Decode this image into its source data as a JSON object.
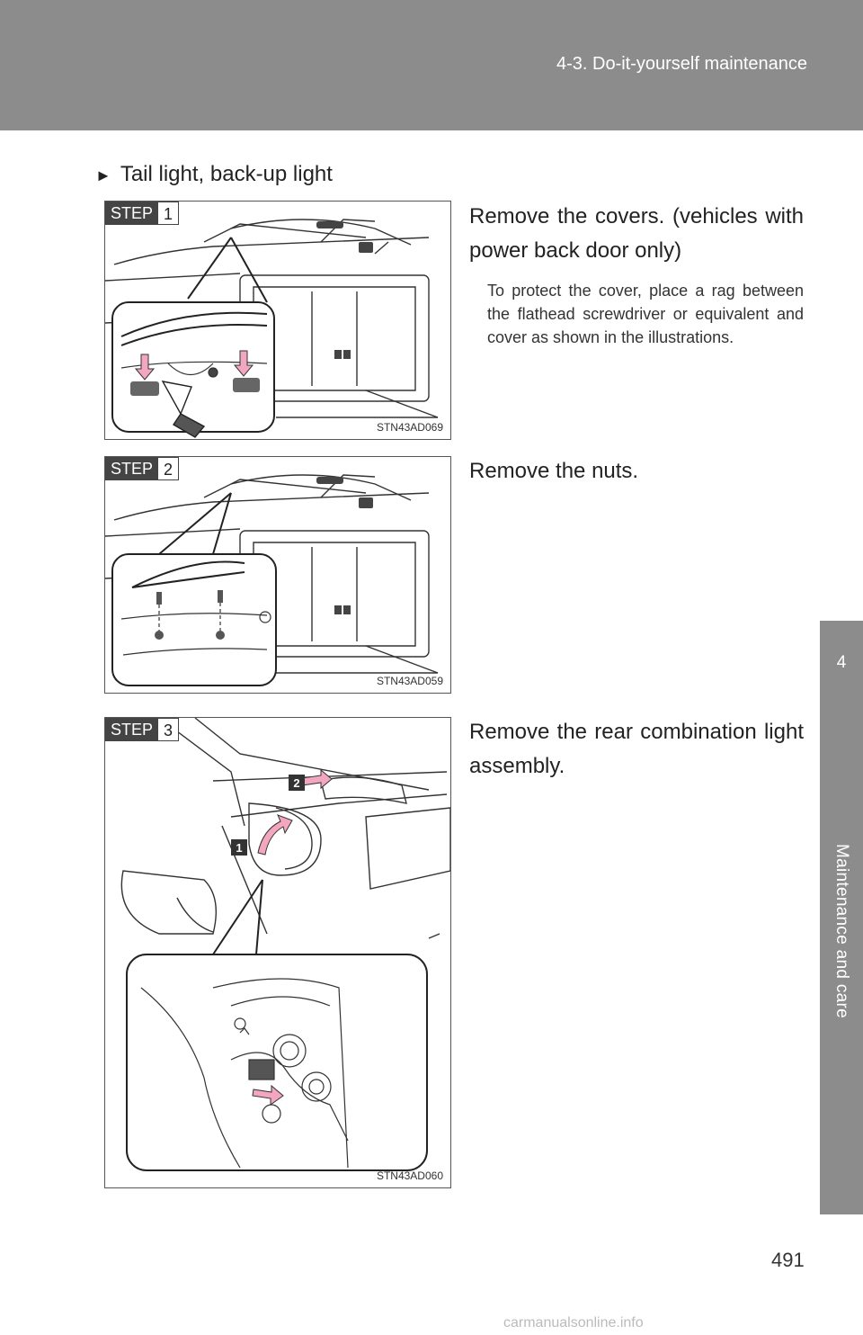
{
  "header": {
    "section": "4-3. Do-it-yourself maintenance"
  },
  "side_tab": {
    "number": "4",
    "title": "Maintenance and care"
  },
  "subheading": "Tail light, back-up light",
  "steps": [
    {
      "badge_word": "STEP",
      "badge_num": "1",
      "figure_code": "STN43AD069",
      "main": "Remove the covers. (vehicles with power back door only)",
      "note": "To protect the cover, place a rag between the flathead screwdriver or equivalent and cover as shown in the illustrations."
    },
    {
      "badge_word": "STEP",
      "badge_num": "2",
      "figure_code": "STN43AD059",
      "main": "Remove the nuts."
    },
    {
      "badge_word": "STEP",
      "badge_num": "3",
      "figure_code": "STN43AD060",
      "main": "Remove the rear combination light assembly.",
      "callouts": [
        "1",
        "2"
      ]
    }
  ],
  "colors": {
    "header": "#8c8c8c",
    "arrow": "#f2a7bf",
    "callout": "#333333"
  },
  "page_number": "491",
  "footer": "carmanualsonline.info"
}
